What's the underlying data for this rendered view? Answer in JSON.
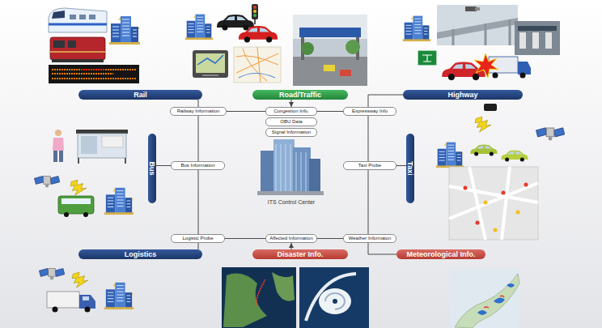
{
  "diagram": {
    "nodes": [
      {
        "text": [
          "Rail"
        ]
      },
      {
        "text": [
          "Road/Traffic"
        ]
      },
      {
        "text": [
          "Highway"
        ]
      },
      {
        "text": [
          "Railway Information"
        ]
      },
      {
        "text": [
          "Congestion Info."
        ]
      },
      {
        "text": [
          "OBU Data"
        ]
      },
      {
        "text": [
          "Signal Information"
        ]
      },
      {
        "text": [
          "Expressway Info"
        ]
      },
      {
        "text": [
          "Bus"
        ]
      },
      {
        "text": [
          "Bus Information"
        ]
      },
      {
        "text": [
          "Taxi Probe"
        ]
      },
      {
        "text": [
          "Taxi"
        ]
      },
      {
        "text": [
          "Logistic Probe"
        ]
      },
      {
        "text": [
          "Affected Information"
        ]
      },
      {
        "text": [
          "Weather Informaion"
        ]
      },
      {
        "text": [
          "Logistics"
        ]
      },
      {
        "text": [
          "Disaster Info."
        ]
      },
      {
        "text": [
          "Meteorological Info."
        ]
      }
    ],
    "edges": [
      {
        "from": 0,
        "to": 3,
        "arrow": "none"
      },
      {
        "from": 1,
        "to": 4,
        "arrow": "to"
      },
      {
        "from": 2,
        "to": 7,
        "arrow": "none"
      },
      {
        "from": 3,
        "to": 4,
        "arrow": "none"
      },
      {
        "from": 4,
        "to": 7,
        "arrow": "none"
      },
      {
        "from": 8,
        "to": 9,
        "arrow": "none"
      },
      {
        "from": 3,
        "to": 9,
        "arrow": "none"
      },
      {
        "from": 9,
        "to": 12,
        "arrow": "none"
      },
      {
        "from": 7,
        "to": 10,
        "arrow": "none"
      },
      {
        "from": 10,
        "to": 11,
        "arrow": "none"
      },
      {
        "from": 10,
        "to": 14,
        "arrow": "none"
      },
      {
        "from": 12,
        "to": 13,
        "arrow": "none"
      },
      {
        "from": 13,
        "to": 14,
        "arrow": "none"
      },
      {
        "from": 15,
        "to": 12,
        "arrow": "none"
      },
      {
        "from": 16,
        "to": 13,
        "arrow": "to"
      },
      {
        "from": 17,
        "to": 14,
        "arrow": "none"
      }
    ],
    "labels": [
      "ITS Control Center"
    ]
  }
}
